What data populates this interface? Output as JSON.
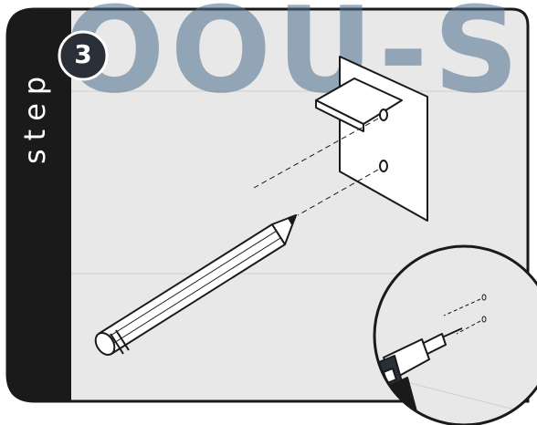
{
  "step": {
    "word": "step",
    "number": "3"
  },
  "watermark": {
    "text": "OOU-S"
  },
  "colors": {
    "sidebar": "#1a1a1a",
    "panel": "#e8e8e8",
    "badge": "#2a2f38",
    "watermark": "#4d6f8f",
    "outline": "#1a1a1a"
  },
  "icons": [
    "pencil-icon",
    "bracket-icon",
    "drill-icon"
  ]
}
